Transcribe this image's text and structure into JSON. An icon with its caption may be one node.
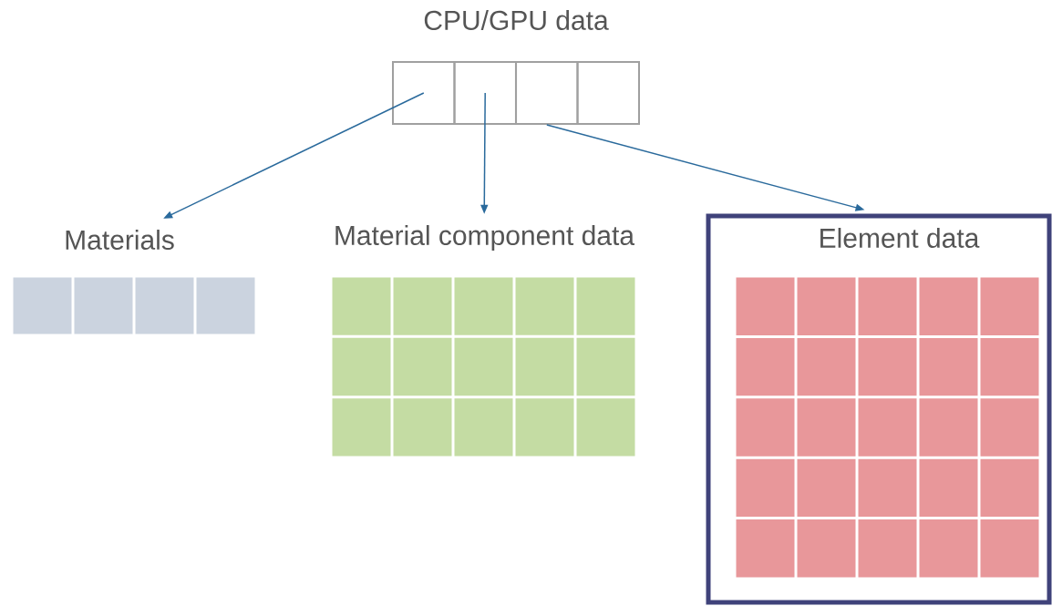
{
  "diagram": {
    "nodes": [
      {
        "text": [
          "CPU/GPU data"
        ]
      },
      {
        "text": [],
        "shape": "box",
        "in": 0
      },
      {
        "text": [],
        "shape": "box",
        "in": 0
      },
      {
        "text": [],
        "shape": "box",
        "in": 0
      },
      {
        "text": [],
        "shape": "box",
        "in": 0
      },
      {
        "text": [
          "Materials"
        ]
      },
      {
        "text": [
          "Material component data"
        ]
      },
      {
        "text": [
          "Element data"
        ]
      }
    ],
    "edges": [
      {
        "from": 1,
        "to": 5,
        "arrow": "to"
      },
      {
        "from": 2,
        "to": 6,
        "arrow": "to"
      },
      {
        "from": 3,
        "to": 7,
        "arrow": "to"
      }
    ]
  }
}
